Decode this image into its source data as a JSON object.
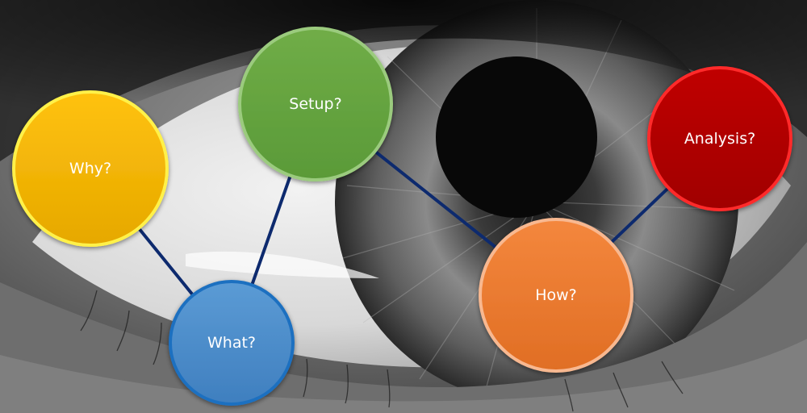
{
  "diagram": {
    "nodes": [
      {
        "id": "why",
        "label": "Why?",
        "fill": "#FFC20E",
        "fill_dark": "#E6A800",
        "stroke": "#FFF14A"
      },
      {
        "id": "what",
        "label": "What?",
        "fill": "#5B9BD5",
        "fill_dark": "#3F7FBF",
        "stroke": "#1F6FC0"
      },
      {
        "id": "setup",
        "label": "Setup?",
        "fill": "#70AD47",
        "fill_dark": "#5A9A38",
        "stroke": "#9BCB7E"
      },
      {
        "id": "how",
        "label": "How?",
        "fill": "#F4873D",
        "fill_dark": "#E06E24",
        "stroke": "#F8B890"
      },
      {
        "id": "analysis",
        "label": "Analysis?",
        "fill": "#C00000",
        "fill_dark": "#A00000",
        "stroke": "#FF2A2A"
      }
    ],
    "edges": [
      {
        "from": "why",
        "to": "what"
      },
      {
        "from": "what",
        "to": "setup"
      },
      {
        "from": "setup",
        "to": "how"
      },
      {
        "from": "how",
        "to": "analysis"
      }
    ],
    "edge_color": "#0D2A6E"
  }
}
